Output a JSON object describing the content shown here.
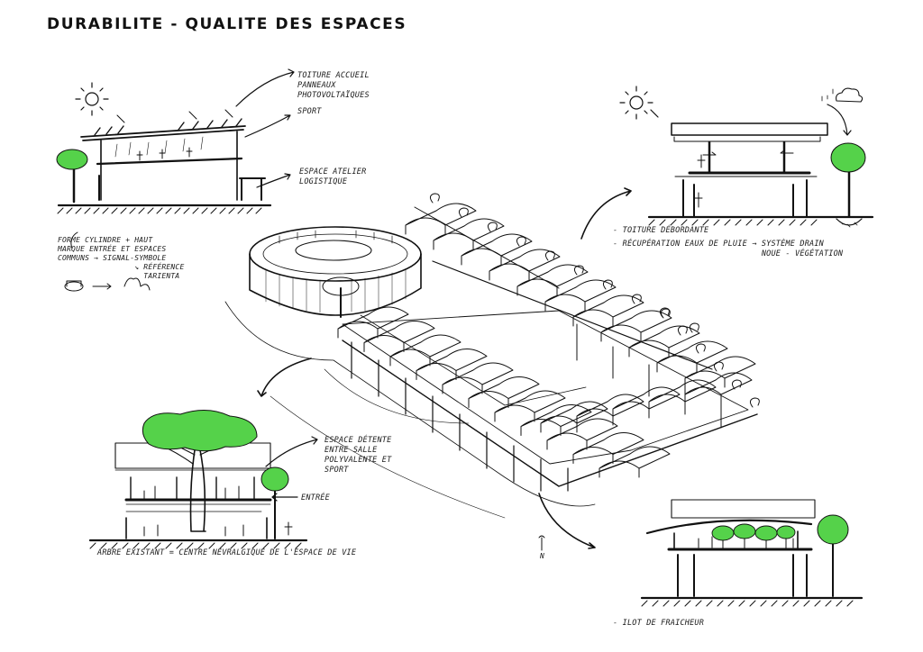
{
  "title": "DURABILITE  - QUALITE DES ESPACES",
  "colors": {
    "ink": "#111111",
    "vegetation": "#55d24a",
    "paper": "#ffffff"
  },
  "notes": {
    "roof_reception": "Toiture accueil\npanneaux\nphotovoltaïques",
    "sport": "sport",
    "workshop": "Espace atelier\nlogistique",
    "cylinder": "forme cylindre + haut\nmarque entrée et espaces\ncommuns → signal-symbole\n                 ↘ référence\n                   Tarienta",
    "overhang_roof": "- Toiture débordante",
    "rainwater": "- Récupération eaux de pluie → système drain\n                               noue - végétation",
    "relax_space": "Espace détente\nentre salle\npolyvalente et\nsport",
    "entrance": "entrée",
    "existing_tree": "Arbre existant = centre névralgique de l'espace de vie",
    "north": "N",
    "cool_island": "- Ilot de fraicheur"
  }
}
